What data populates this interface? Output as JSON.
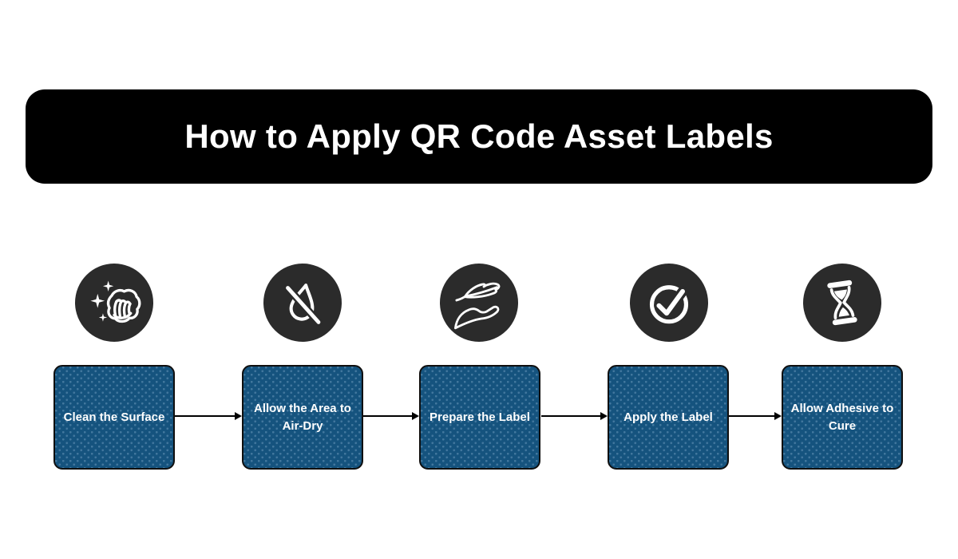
{
  "header": {
    "title": "How to Apply QR Code Asset Labels"
  },
  "colors": {
    "title_bg": "#000000",
    "title_text": "#ffffff",
    "circle_bg": "#2b2b2b",
    "icon_stroke": "#ffffff",
    "box_bg": "#15537e",
    "box_border": "#0f0f0f",
    "box_text": "#ffffff",
    "arrow": "#000000",
    "page_bg": "#ffffff"
  },
  "steps": [
    {
      "label": "Clean the Surface",
      "icon": "cleaning-wipe-sparkles-icon"
    },
    {
      "label": "Allow the Area to Air-Dry",
      "icon": "no-water-drop-icon"
    },
    {
      "label": "Prepare the Label",
      "icon": "hand-holding-feather-icon"
    },
    {
      "label": "Apply the Label",
      "icon": "check-circle-icon"
    },
    {
      "label": "Allow Adhesive to Cure",
      "icon": "hourglass-icon"
    }
  ]
}
